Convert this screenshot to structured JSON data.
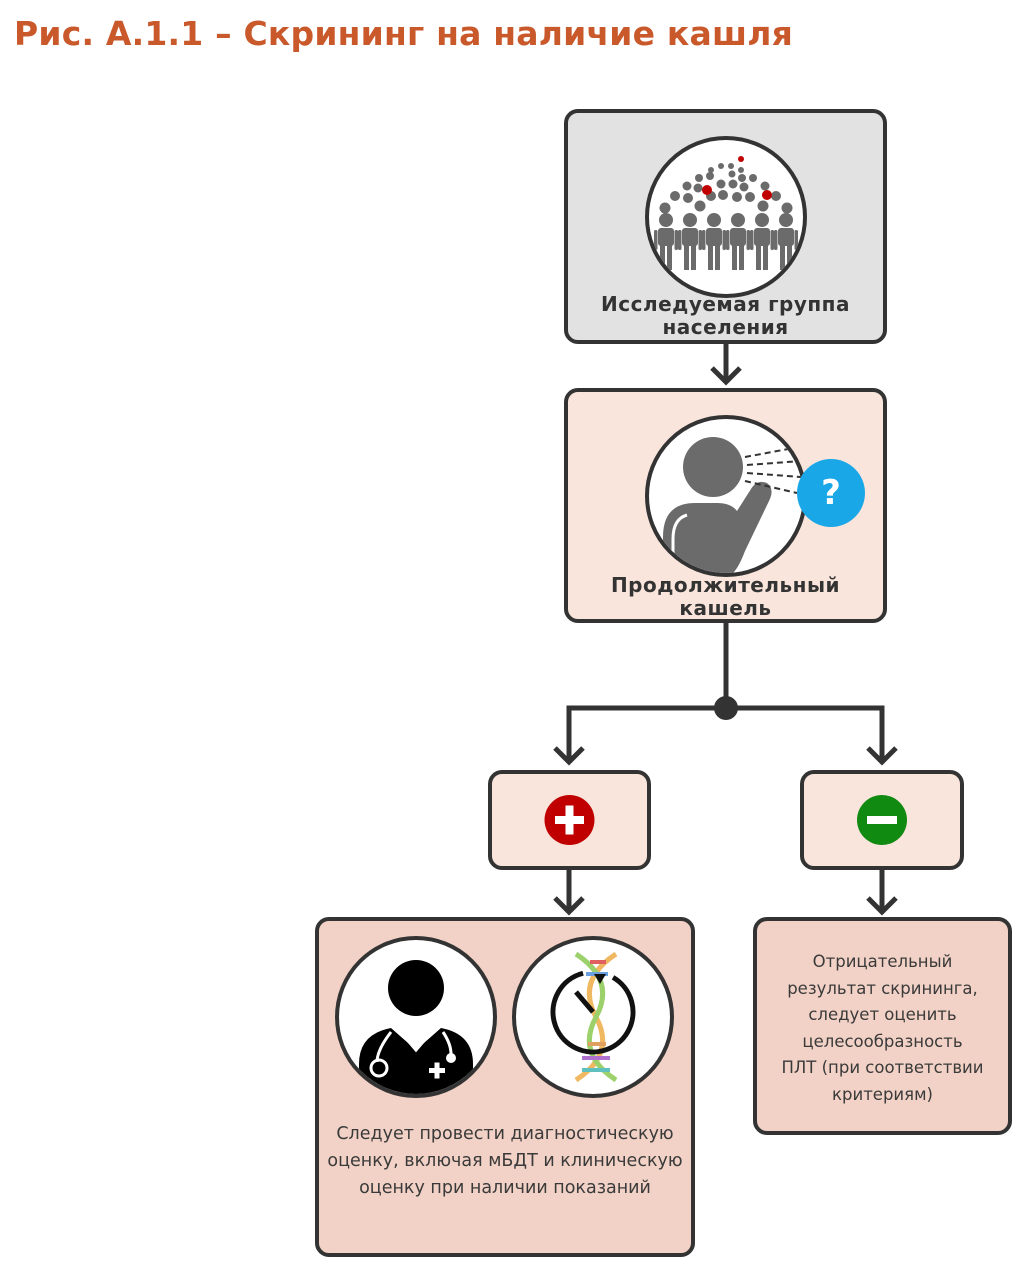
{
  "figure": {
    "title": "Рис. А.1.1 – Скрининг на наличие кашля"
  },
  "nodes": {
    "population": {
      "label_line1": "Исследуемая группа",
      "label_line2": "населения",
      "icon": "crowd-icon"
    },
    "cough": {
      "label_line1": "Продолжительный",
      "label_line2": "кашель",
      "icon": "coughing-person-icon",
      "badge_text": "?",
      "badge_icon": "question-icon"
    },
    "positive": {
      "icon": "plus-icon"
    },
    "negative": {
      "icon": "minus-icon"
    },
    "positive_outcome": {
      "icons": [
        "doctor-icon",
        "dna-timer-icon"
      ],
      "text_line1": "Следует провести диагностическую",
      "text_line2": "оценку, включая мБДТ и клиническую",
      "text_line3": "оценку при наличии показаний"
    },
    "negative_outcome": {
      "text_line1": "Отрицательный",
      "text_line2": "результат скрининга,",
      "text_line3": "следует оценить",
      "text_line4": "целесообразность",
      "text_line5": "ПЛТ (при соответствии",
      "text_line6": "критериям)"
    }
  },
  "colors": {
    "title": "#c9582a",
    "outline": "#333333",
    "plus": "#c00000",
    "minus": "#118a11",
    "question": "#1aa7e8",
    "highlight_dot": "#c00000"
  }
}
